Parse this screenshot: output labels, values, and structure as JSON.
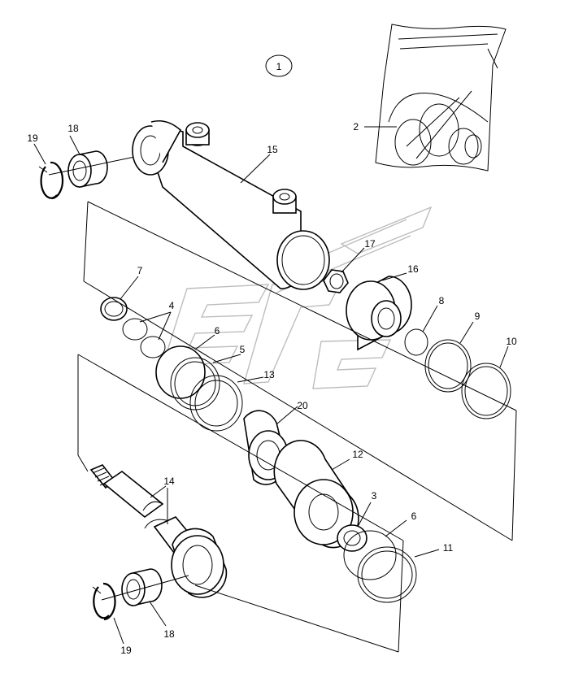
{
  "diagram": {
    "assembly_number": "1",
    "labels": {
      "bag_kit": "2",
      "wear_ring": "3",
      "rings": "4",
      "seal_5": "5",
      "o_ring_6_top": "6",
      "o_ring_6_bottom": "6",
      "wiper_7": "7",
      "o_ring_8": "8",
      "ring_9": "9",
      "ring_10": "10",
      "ring_11": "11",
      "piston_12": "12",
      "ring_13": "13",
      "rod_14": "14",
      "barrel_15": "15",
      "gland_16": "16",
      "nut_17": "17",
      "bushing_18_top": "18",
      "bushing_18_bottom": "18",
      "circlip_19_top": "19",
      "circlip_19_bottom": "19",
      "spacer_20": "20"
    }
  }
}
